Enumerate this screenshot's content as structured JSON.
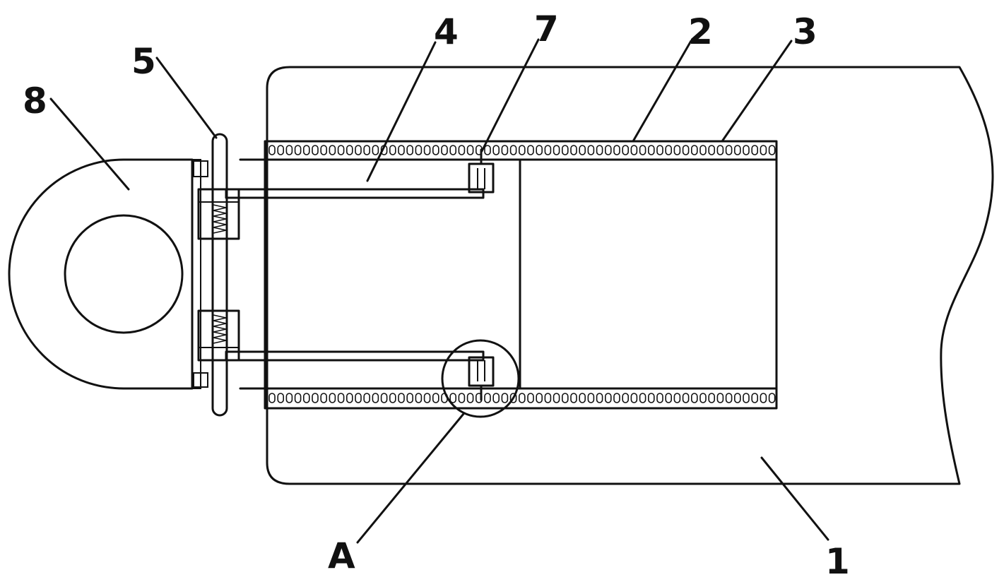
{
  "callouts": {
    "label_8": "8",
    "label_5": "5",
    "label_4": "4",
    "label_7": "7",
    "label_2": "2",
    "label_3": "3",
    "label_A": "A",
    "label_1": "1"
  }
}
